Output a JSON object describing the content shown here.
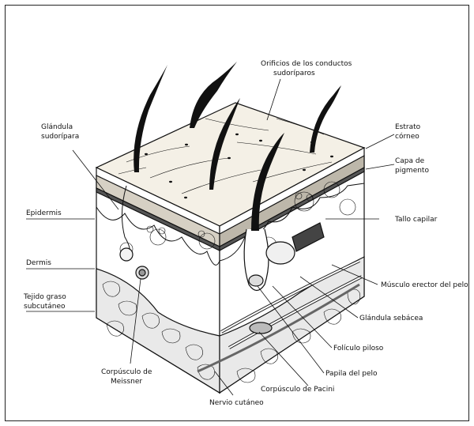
{
  "labels": {
    "orificios_line1": "Orificios de los conductos",
    "orificios_line2": "sudoríparos",
    "glandula_sudoripara_line1": "Glándula",
    "glandula_sudoripara_line2": "sudorípara",
    "estrato_corneo_line1": "Estrato",
    "estrato_corneo_line2": "córneo",
    "capa_pigmento_line1": "Capa de",
    "capa_pigmento_line2": "pigmento",
    "epidermis": "Epidermis",
    "tallo_capilar": "Tallo capilar",
    "dermis": "Dermis",
    "tejido_graso_line1": "Tejido graso",
    "tejido_graso_line2": "subcutáneo",
    "musculo_erector": "Músculo erector del pelo",
    "glandula_sebacea": "Glándula sebácea",
    "foliculo_piloso": "Folículo piloso",
    "papila_pelo": "Papila del pelo",
    "corpusculo_meissner_line1": "Corpúsculo de",
    "corpusculo_meissner_line2": "Meissner",
    "corpusculo_pacini": "Corpúsculo de Pacini",
    "nervio_cutaneo": "Nervio cutáneo"
  },
  "colors": {
    "ink": "#111111",
    "skin_top": "#f4f0e6",
    "dermis": "#ffffff",
    "fat": "#e9e9e9",
    "pigment": "#555555"
  }
}
